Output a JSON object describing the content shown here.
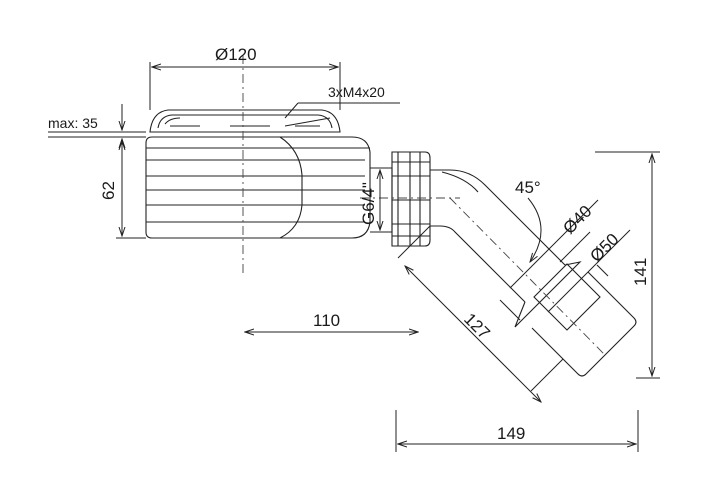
{
  "dimensions": {
    "grate_diameter": "Ø120",
    "screws": "3xM4x20",
    "max_height": "max: 35",
    "body_height": "62",
    "thread": "G6/4\"",
    "horizontal_offset": "110",
    "elbow_angle": "45°",
    "inner_diameter": "Ø40",
    "outer_diameter": "Ø50",
    "outlet_height": "141",
    "elbow_length": "127",
    "total_length": "149"
  },
  "colors": {
    "line": "#222222",
    "background": "#ffffff"
  }
}
